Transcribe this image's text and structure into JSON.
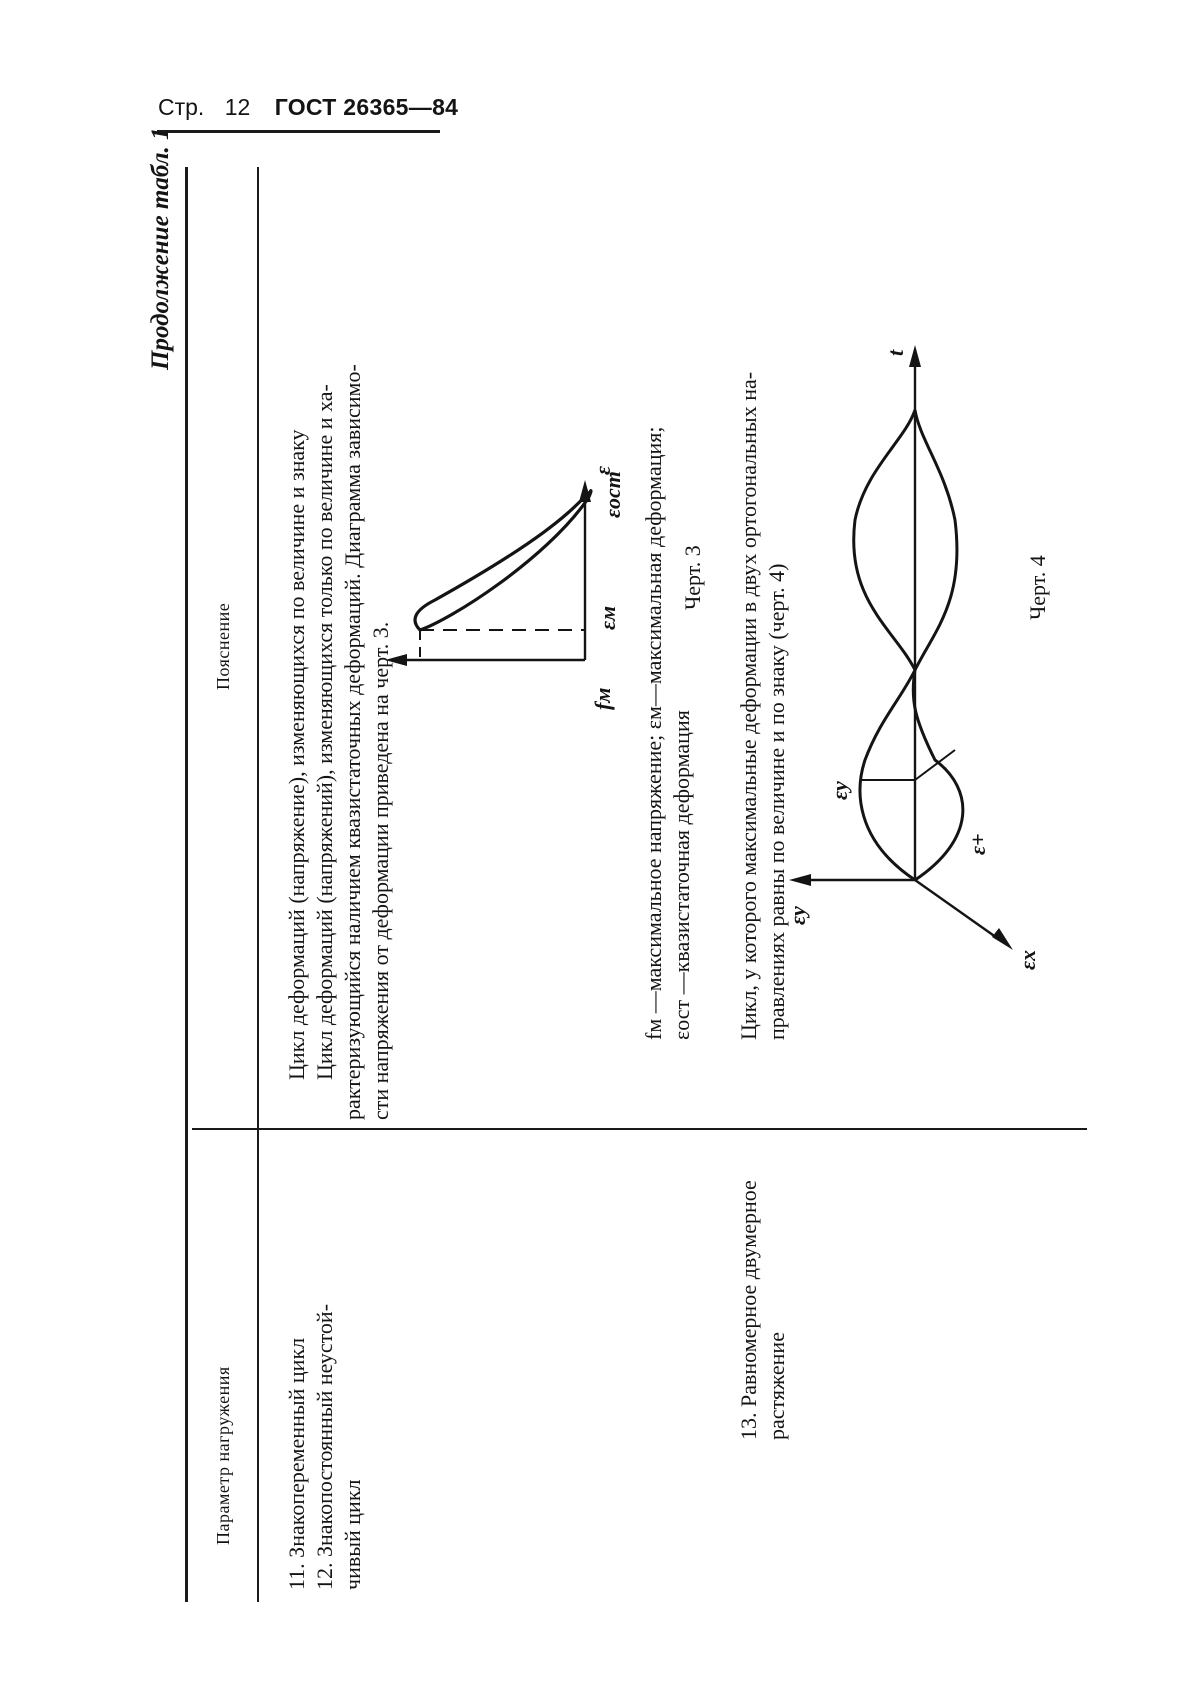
{
  "header": {
    "page_label": "Стр.",
    "page_number": "12",
    "standard": "ГОСТ 26365—84"
  },
  "table": {
    "continuation": "Продолжение табл. 1",
    "col_param": "Параметр нагружения",
    "col_expl": "Пояснение",
    "rows": {
      "r11": {
        "param": "11. Знакопеременный цикл"
      },
      "r12": {
        "param_line1": "12. Знакопостоянный неустой-",
        "param_line2": "чивый цикл"
      },
      "expl_line1": "Цикл деформаций (напряжение), изменяющихся по величине и знаку",
      "expl_line2": "Цикл деформаций (напряжений), изменяющихся только по величине и ха-",
      "expl_line3": "рактеризующийся наличием квазистаточных деформаций. Диаграмма зависимо-",
      "expl_line4": "сти напряжения от деформации приведена на черт. 3.",
      "legend_line1": "fм —максимальное напряжение; εм—максимальная деформация;",
      "legend_line2": "εост —квазистаточная деформация",
      "fig3_caption": "Черт. 3",
      "r13": {
        "param_line1": "13. Равномерное двумерное",
        "param_line2": "растяжение",
        "expl_line1": "Цикл, у которого максимальные деформации в двух ортогональных на-",
        "expl_line2": "правлениях равны по величине и по знаку (черт. 4)"
      },
      "fig4_caption": "Черт. 4"
    }
  },
  "figure3": {
    "y_axis_label": "fм",
    "x_axis_label": "ε",
    "tick_max": "εм",
    "tick_ost": "εост"
  },
  "figure4": {
    "axis_t": "t",
    "axis_x": "εx",
    "axis_y": "εy",
    "label_y": "εy",
    "label_plus": "ε+"
  }
}
